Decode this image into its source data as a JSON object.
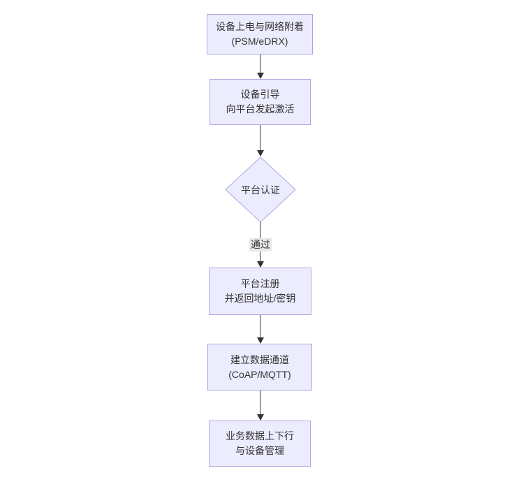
{
  "style": {
    "background": "#ffffff",
    "node_fill": "#ececff",
    "node_border": "#b3a2e0",
    "text_color": "#333333",
    "arrow_color": "#333333",
    "edge_label_bg": "#e8e8e8"
  },
  "flowchart": {
    "nodes": [
      {
        "id": "power-attach",
        "type": "rect",
        "lines": [
          "设备上电与网络附着",
          "(PSM/eDRX)"
        ]
      },
      {
        "id": "bootstrap",
        "type": "rect",
        "lines": [
          "设备引导",
          "向平台发起激活"
        ]
      },
      {
        "id": "platform-auth",
        "type": "diamond",
        "lines": [
          "平台认证"
        ]
      },
      {
        "id": "register",
        "type": "rect",
        "lines": [
          "平台注册",
          "并返回地址/密钥"
        ]
      },
      {
        "id": "data-channel",
        "type": "rect",
        "lines": [
          "建立数据通道",
          "(CoAP/MQTT)"
        ]
      },
      {
        "id": "business-data",
        "type": "rect",
        "lines": [
          "业务数据上下行",
          "与设备管理"
        ]
      }
    ],
    "edges": [
      {
        "from": "power-attach",
        "to": "bootstrap",
        "label": ""
      },
      {
        "from": "bootstrap",
        "to": "platform-auth",
        "label": ""
      },
      {
        "from": "platform-auth",
        "to": "register",
        "label": "通过"
      },
      {
        "from": "register",
        "to": "data-channel",
        "label": ""
      },
      {
        "from": "data-channel",
        "to": "business-data",
        "label": ""
      }
    ]
  }
}
